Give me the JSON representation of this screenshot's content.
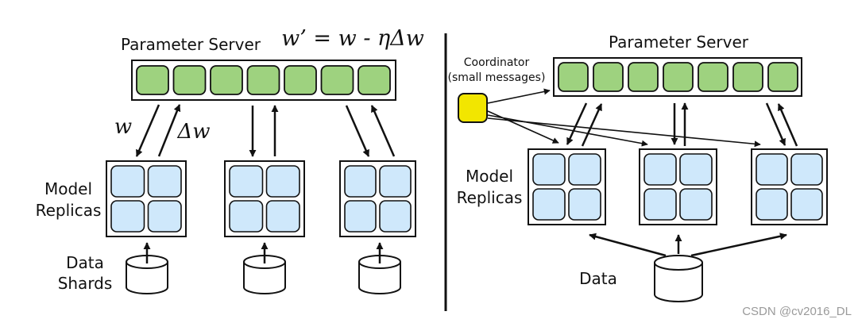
{
  "left": {
    "server_label": "Parameter Server",
    "update_rule": "w’ = w - ηΔw",
    "param_cells": 7,
    "arrow_w_label": "w",
    "arrow_dw_label": "Δw",
    "model_label_line1": "Model",
    "model_label_line2": "Replicas",
    "data_label_line1": "Data",
    "data_label_line2": "Shards"
  },
  "right": {
    "server_label": "Parameter Server",
    "param_cells": 7,
    "coordinator_line1": "Coordinator",
    "coordinator_line2": "(small messages)",
    "model_label_line1": "Model",
    "model_label_line2": "Replicas",
    "data_label": "Data"
  },
  "colors": {
    "param_fill": "#9ed27f",
    "replica_fill": "#cfe8fb",
    "coordinator_fill": "#f2e600",
    "stroke": "#111111"
  },
  "watermark": "CSDN @cv2016_DL"
}
